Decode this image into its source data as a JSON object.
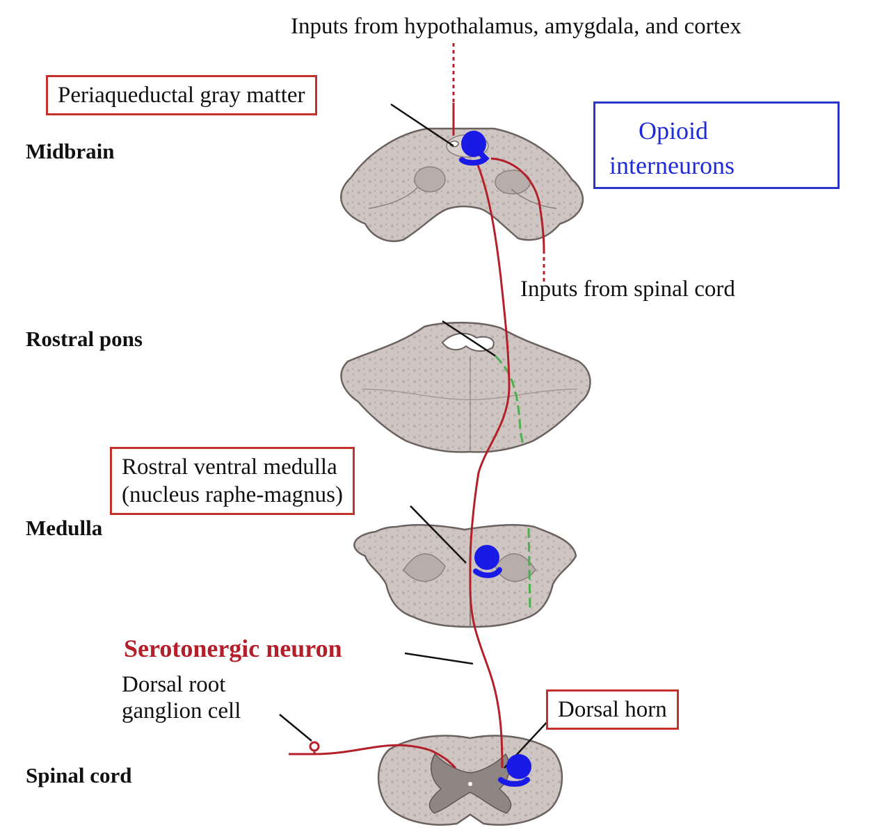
{
  "labels": {
    "top_inputs": "Inputs from hypothalamus, amygdala, and cortex",
    "periaqueductal": "Periaqueductal gray matter",
    "midbrain": "Midbrain",
    "spinal_inputs": "Inputs from spinal cord",
    "rostral_pons": "Rostral pons",
    "rvm_line1": "Rostral ventral medulla",
    "rvm_line2": "(nucleus raphe-magnus)",
    "medulla": "Medulla",
    "serotonergic": "Serotonergic neuron",
    "drg_line1": "Dorsal root",
    "drg_line2": "ganglion cell",
    "dorsal_horn": "Dorsal horn",
    "spinal_cord": "Spinal cord"
  },
  "legend": {
    "line1": "Opioid",
    "line2": "interneurons",
    "icon": "opioid-interneuron-icon"
  },
  "colors": {
    "neuron": "#b3202a",
    "opioid": "#1a1ae6",
    "box_red": "#c4302b",
    "box_blue": "#2a34c8",
    "tissue": "#cfc6c3",
    "green_tract": "#4caf50"
  }
}
